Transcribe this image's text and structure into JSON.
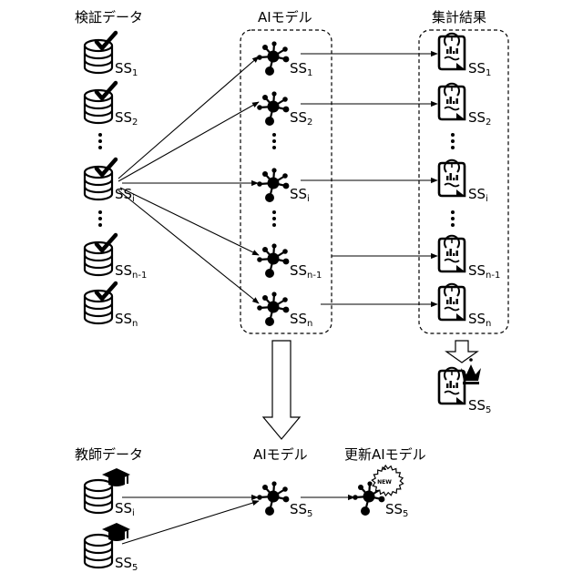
{
  "headers": {
    "validation_data": "検証データ",
    "ai_model": "AIモデル",
    "aggregate": "集計結果",
    "teacher_data": "教師データ",
    "ai_model_bottom": "AIモデル",
    "updated_model": "更新AIモデル"
  },
  "ss_prefix": "SS",
  "subscripts": {
    "one": "1",
    "two": "2",
    "i": "i",
    "n_minus_1": "n-1",
    "n": "n",
    "five": "5"
  },
  "new_badge": "NEW",
  "colors": {
    "line": "#000000",
    "fill": "#ffffff"
  },
  "icons": [
    "database-check-icon",
    "network-node-icon",
    "report-document-icon",
    "crown-icon",
    "graduation-cap-icon",
    "new-badge-icon"
  ]
}
